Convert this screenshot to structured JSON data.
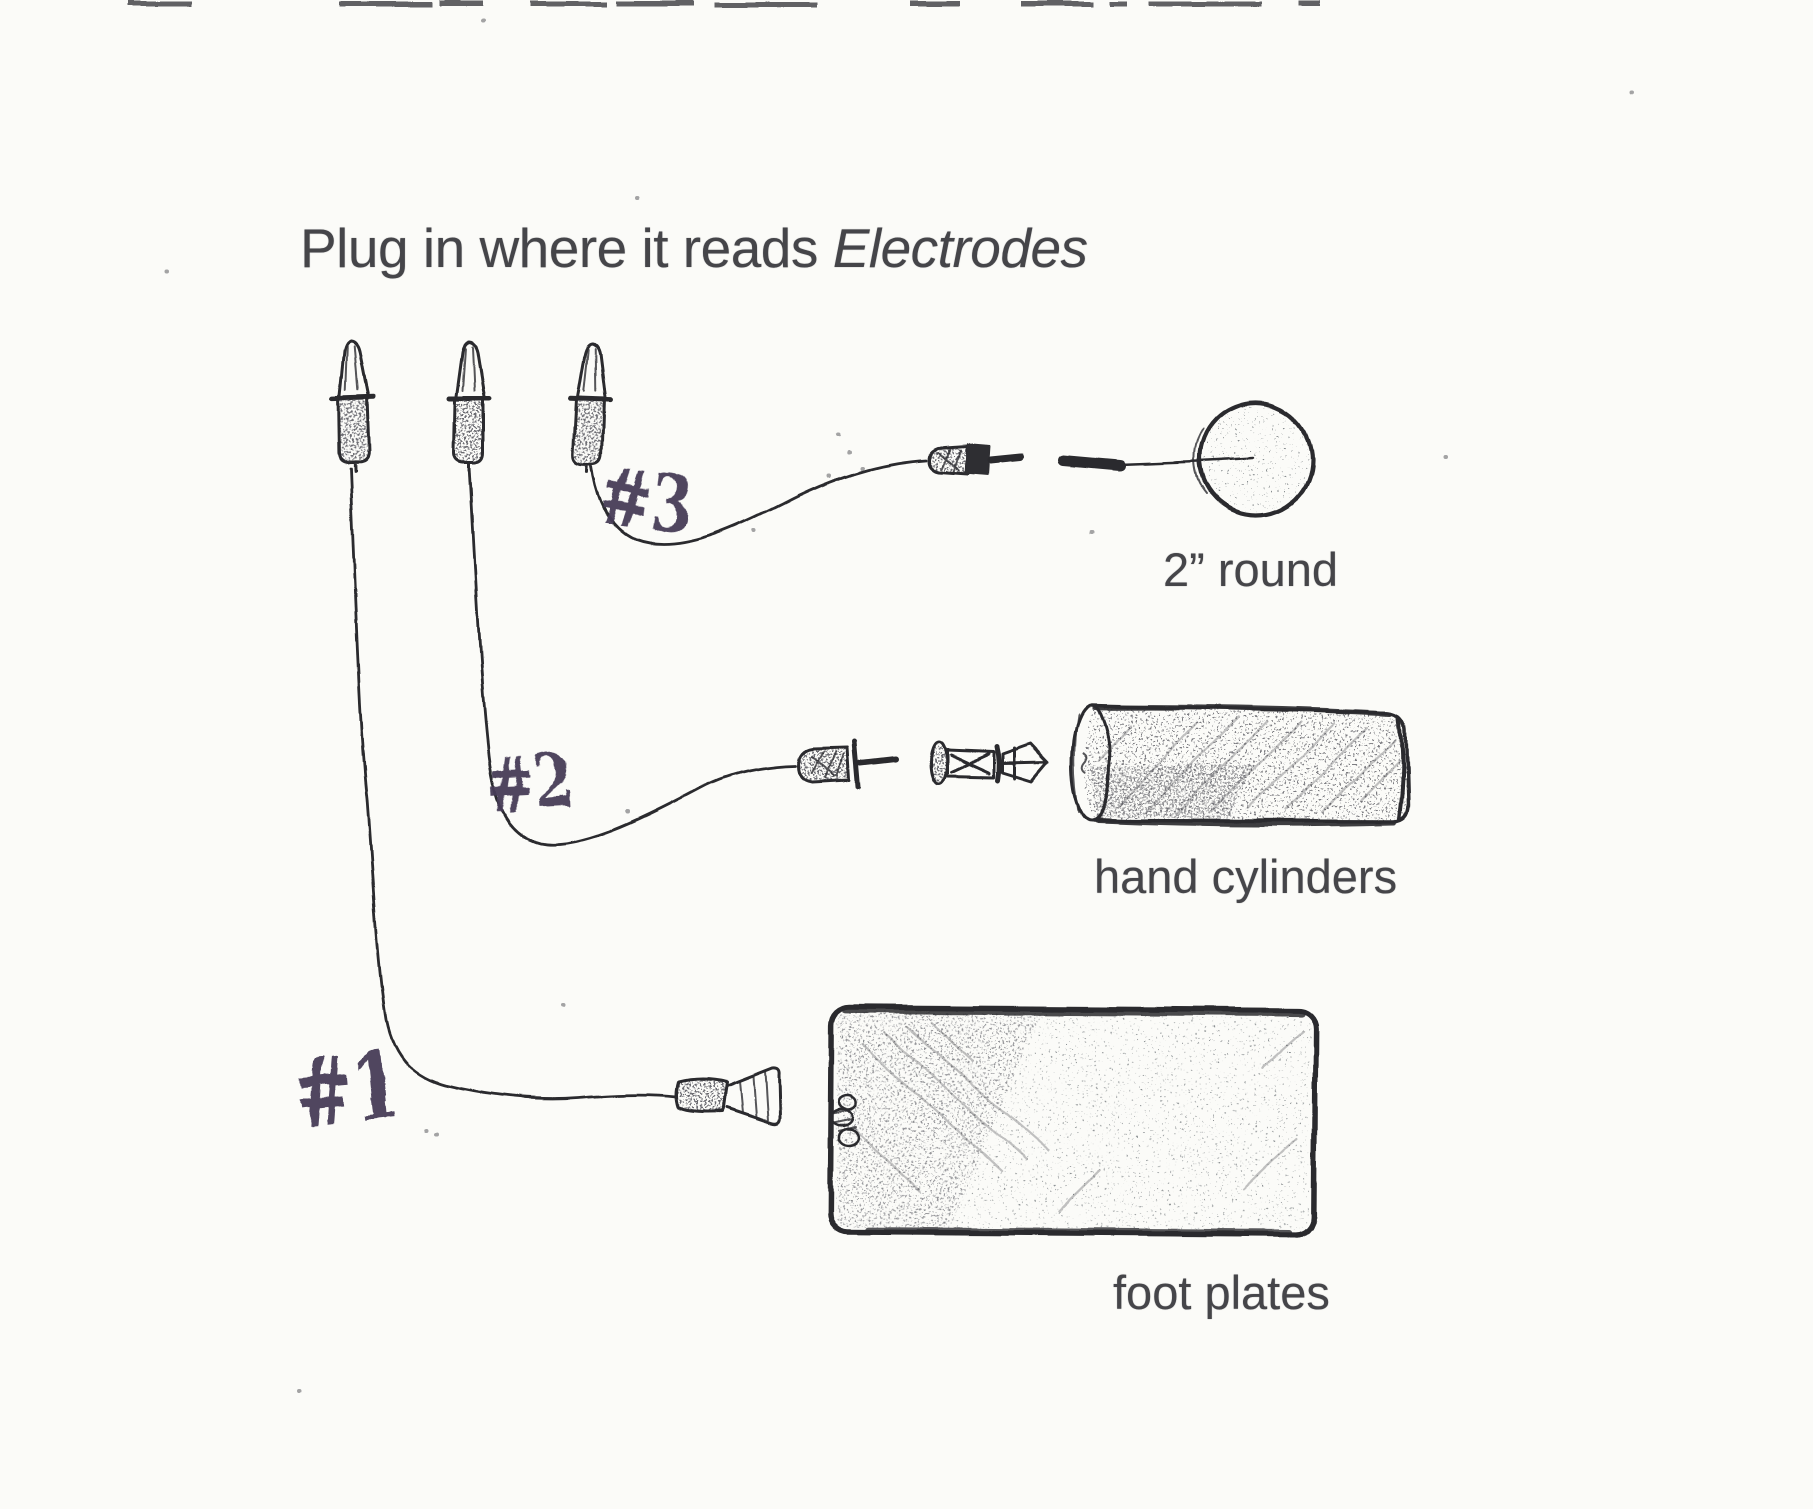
{
  "title": {
    "prefix": "Plug in where it reads",
    "emphasis": "Electrodes"
  },
  "handwritten_labels": {
    "wire1": "#1",
    "wire2": "#2",
    "wire3": "#3"
  },
  "electrode_labels": {
    "round": "2” round",
    "hand_cylinders": "hand cylinders",
    "foot_plates": "foot plates"
  },
  "colors": {
    "paper": "#fbfbf8",
    "pencil_ink": "#2c2c2f",
    "typed_text": "#454549",
    "handwriting_ink": "#473d58"
  }
}
